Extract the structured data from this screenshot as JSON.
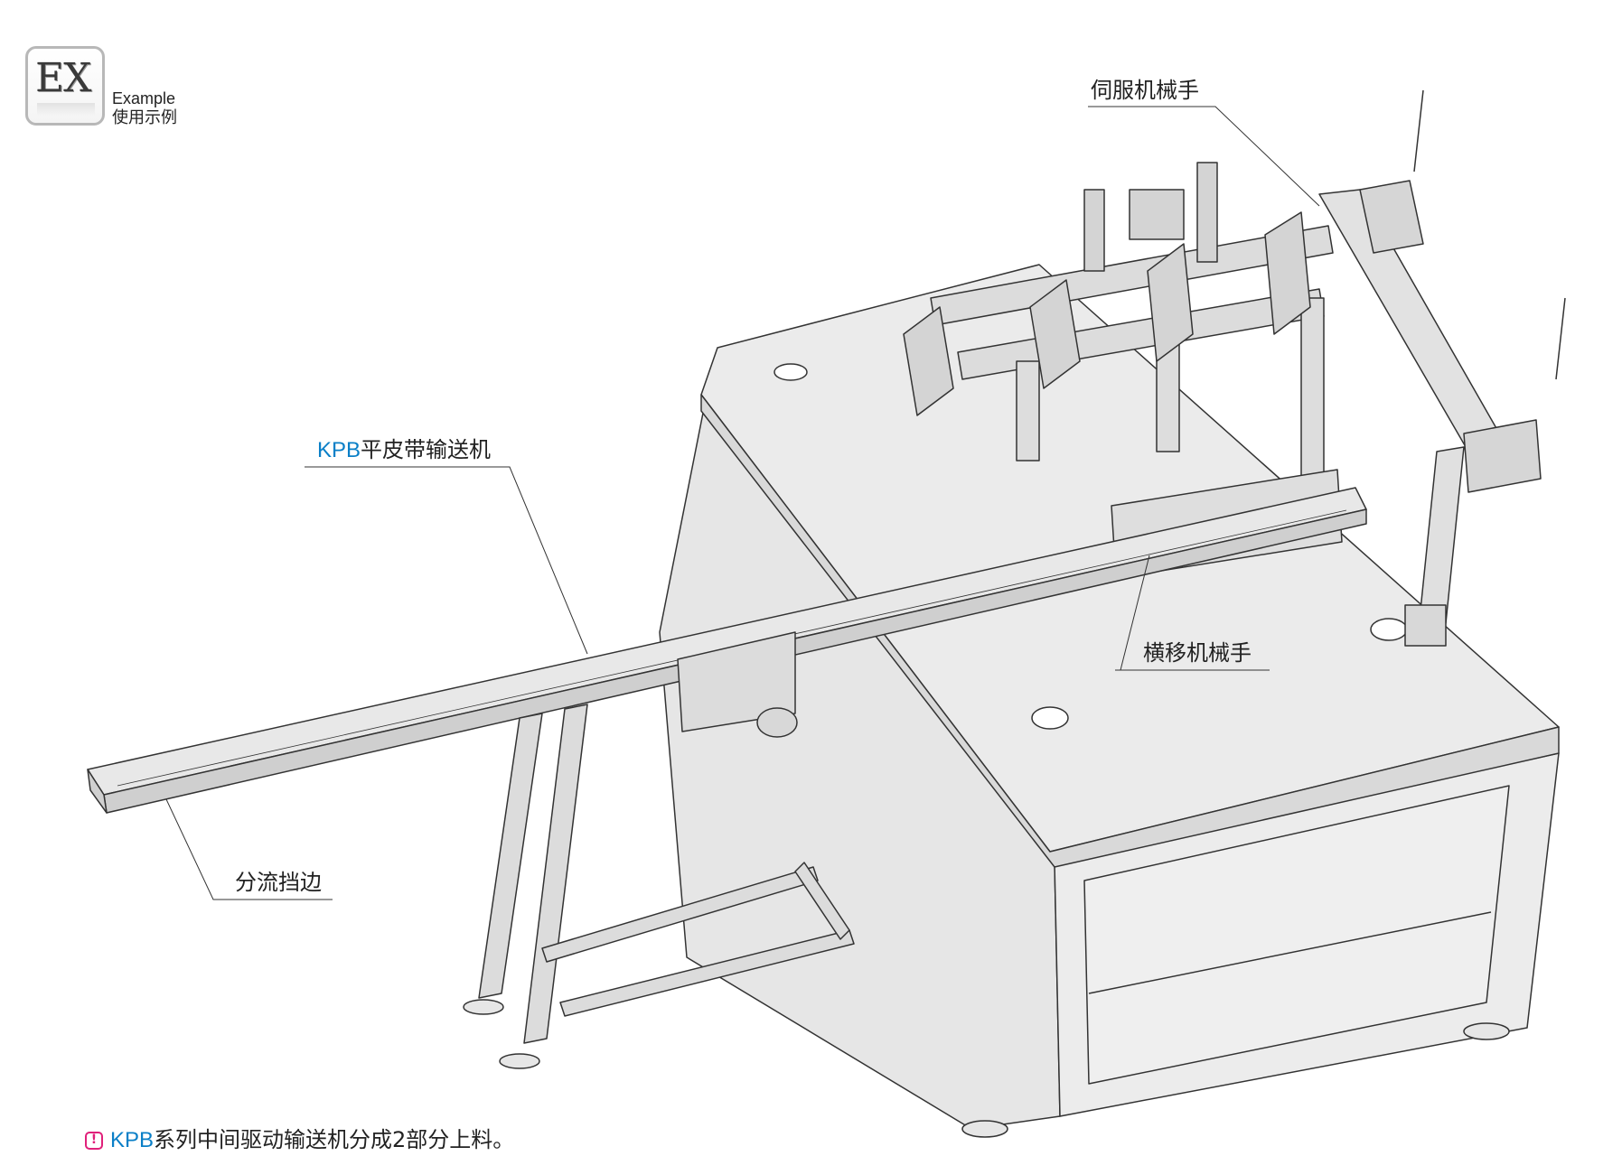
{
  "logo": {
    "mark": "EX",
    "title_en": "Example",
    "title_cn": "使用示例"
  },
  "callouts": [
    {
      "id": "servo-robot",
      "text": "伺服机械手"
    },
    {
      "id": "kpb-conveyor",
      "prefix": "KPB",
      "text": "平皮带输送机"
    },
    {
      "id": "traverse-robot",
      "text": "横移机械手"
    },
    {
      "id": "diverter-edge",
      "text": "分流挡边"
    }
  ],
  "note": {
    "icon": "exclamation-icon",
    "prefix": "KPB",
    "text": "系列中间驱动输送机分成2部分上料。"
  },
  "colors": {
    "accent_blue": "#0a7fc7",
    "warning_pink": "#e0207a",
    "machine_fill": "#e6e6e6",
    "line": "#333333"
  }
}
